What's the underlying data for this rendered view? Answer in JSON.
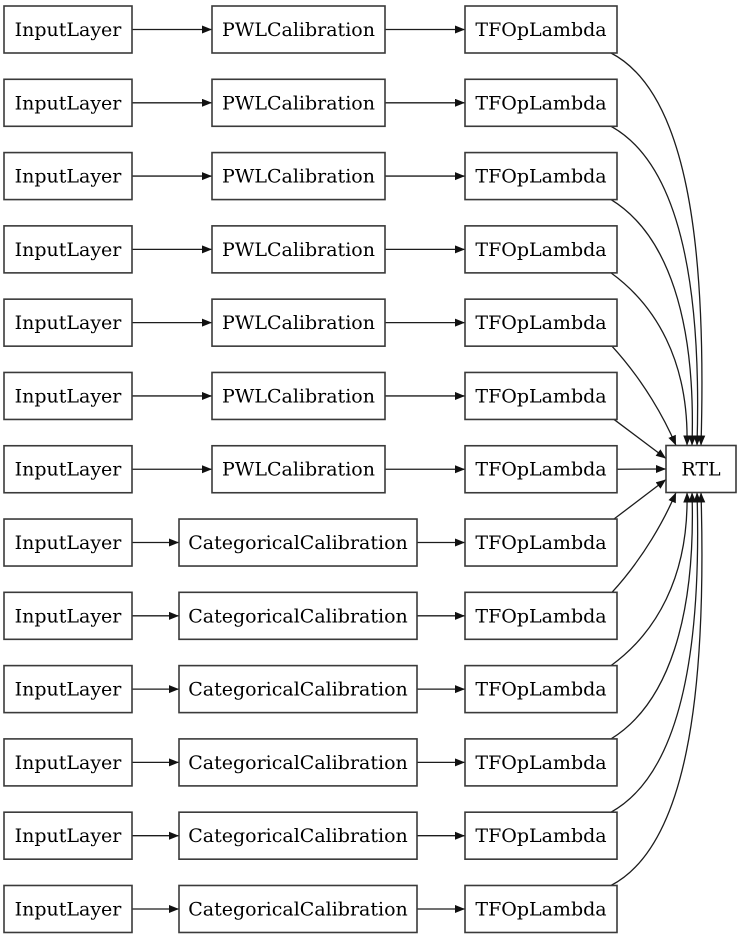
{
  "diagram": {
    "title": "keras-model-graph",
    "output_node": {
      "label": "RTL"
    },
    "column_roles": [
      "input",
      "calibration",
      "lambda",
      "output"
    ],
    "rows": [
      {
        "input": "InputLayer",
        "calibration": "PWLCalibration",
        "lambda": "TFOpLambda"
      },
      {
        "input": "InputLayer",
        "calibration": "PWLCalibration",
        "lambda": "TFOpLambda"
      },
      {
        "input": "InputLayer",
        "calibration": "PWLCalibration",
        "lambda": "TFOpLambda"
      },
      {
        "input": "InputLayer",
        "calibration": "PWLCalibration",
        "lambda": "TFOpLambda"
      },
      {
        "input": "InputLayer",
        "calibration": "PWLCalibration",
        "lambda": "TFOpLambda"
      },
      {
        "input": "InputLayer",
        "calibration": "PWLCalibration",
        "lambda": "TFOpLambda"
      },
      {
        "input": "InputLayer",
        "calibration": "PWLCalibration",
        "lambda": "TFOpLambda"
      },
      {
        "input": "InputLayer",
        "calibration": "CategoricalCalibration",
        "lambda": "TFOpLambda"
      },
      {
        "input": "InputLayer",
        "calibration": "CategoricalCalibration",
        "lambda": "TFOpLambda"
      },
      {
        "input": "InputLayer",
        "calibration": "CategoricalCalibration",
        "lambda": "TFOpLambda"
      },
      {
        "input": "InputLayer",
        "calibration": "CategoricalCalibration",
        "lambda": "TFOpLambda"
      },
      {
        "input": "InputLayer",
        "calibration": "CategoricalCalibration",
        "lambda": "TFOpLambda"
      },
      {
        "input": "InputLayer",
        "calibration": "CategoricalCalibration",
        "lambda": "TFOpLambda"
      }
    ],
    "colors": {
      "background": "#ffffff",
      "node_border": "#3a3a3a",
      "edge_line": "#1c1c1c",
      "arrowhead": "#111111",
      "text": "#000000"
    }
  }
}
